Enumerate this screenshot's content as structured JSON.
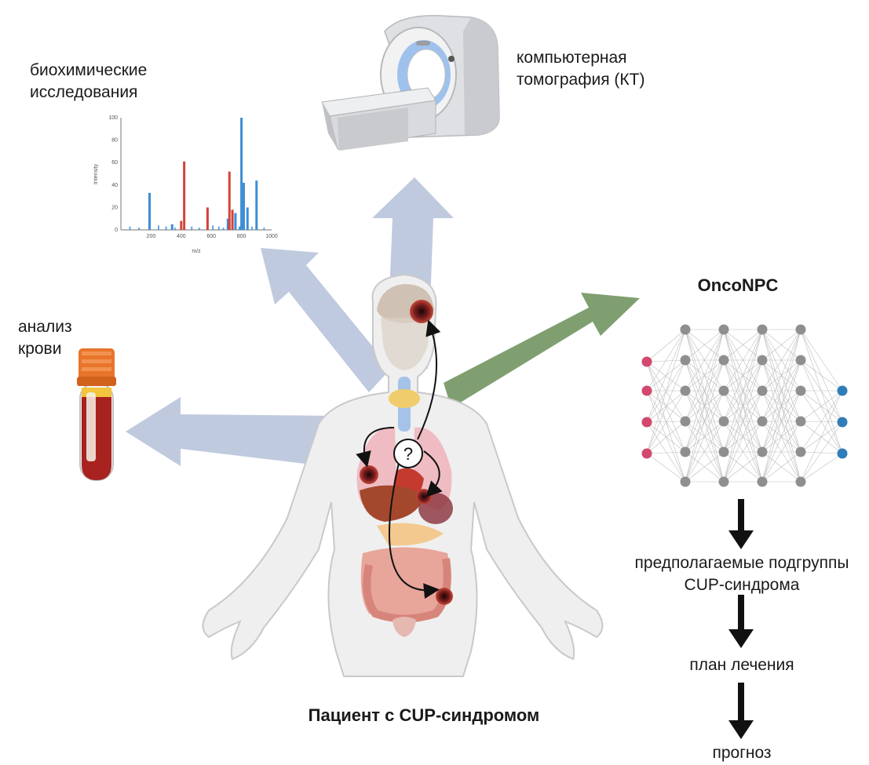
{
  "labels": {
    "biochem": "биохимические исследования",
    "ct": "компьютерная томография (КТ)",
    "blood": "анализ крови",
    "onconpc": "OncoNPC",
    "subgroups": "предполагаемые подгруппы CUP-синдрома",
    "treatment": "план лечения",
    "prognosis": "прогноз",
    "patient": "Пациент с CUP-синдромом",
    "unknown_primary": "?"
  },
  "spectrum": {
    "ylabel": "Intensity",
    "xlabel": "m/z",
    "yticks": [
      "100",
      "80",
      "60",
      "40",
      "20",
      "0"
    ],
    "xticks": [
      "200",
      "400",
      "600",
      "800",
      "1000"
    ]
  },
  "colors": {
    "arrow_blue": "#b9c4dc",
    "arrow_green": "#7f9f70",
    "node_gray": "#8f8f8f",
    "input_node": "#d2486e",
    "output_node": "#2f7db8",
    "spectrum_blue": "#3d8ed6",
    "spectrum_red": "#d2443a",
    "tumor": "#7a1e1e"
  },
  "chart_data": {
    "type": "bar",
    "xlabel": "m/z",
    "ylabel": "Intensity",
    "xlim": [
      0,
      1000
    ],
    "ylim": [
      0,
      100
    ],
    "series": [
      {
        "values": [
          [
            190,
            33
          ],
          [
            340,
            5
          ],
          [
            710,
            10
          ],
          [
            760,
            15
          ],
          [
            790,
            3
          ],
          [
            800,
            100
          ],
          [
            815,
            42
          ],
          [
            840,
            20
          ],
          [
            900,
            44
          ]
        ]
      },
      {
        "values": [
          [
            400,
            8
          ],
          [
            420,
            61
          ],
          [
            575,
            20
          ],
          [
            720,
            52
          ],
          [
            740,
            18
          ]
        ]
      }
    ]
  }
}
